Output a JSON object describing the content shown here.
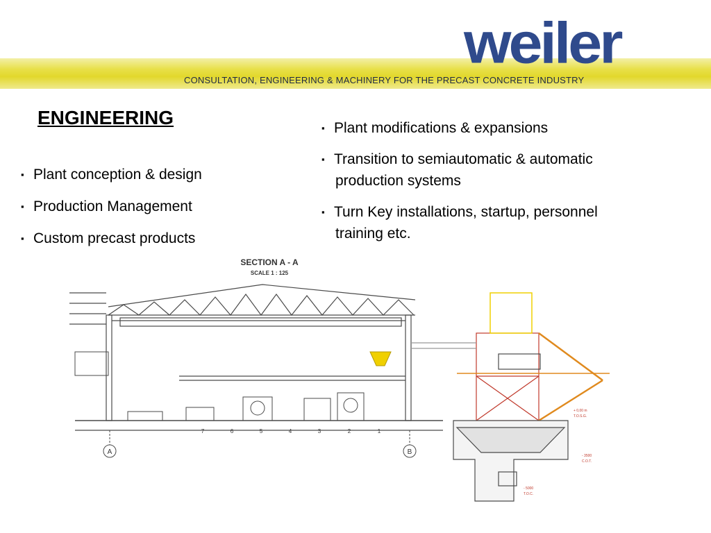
{
  "header": {
    "logo": "weiler",
    "tagline": "CONSULTATION, ENGINEERING & MACHINERY FOR THE PRECAST CONCRETE INDUSTRY"
  },
  "title": "ENGINEERING",
  "left_list": [
    "Plant conception & design",
    "Production Management",
    "Custom precast products"
  ],
  "right_list": [
    {
      "line1": "Plant modifications & expansions",
      "line2": ""
    },
    {
      "line1": "Transition to semiautomatic & automatic",
      "line2": "production systems"
    },
    {
      "line1": "Turn Key installations, startup, personnel",
      "line2": "training etc."
    }
  ],
  "bullet": "▪",
  "drawing": {
    "title": "SECTION A - A",
    "scale": "SCALE 1 : 125",
    "axis_a": "A",
    "axis_b": "B",
    "station_numbers": [
      "7",
      "6",
      "5",
      "4",
      "3",
      "2",
      "1"
    ],
    "level_labels": [
      "+ 0,00 m",
      "T.O.S.G.",
      "- 3500",
      "C.O.T.",
      "- 5000",
      "T.O.C."
    ]
  },
  "colors": {
    "logo": "#2f4a8c",
    "band": "#e2d82c",
    "line_dark": "#4a4a4a",
    "line_red": "#c0392b",
    "accent_orange": "#e08a1e",
    "accent_yellow": "#f0d000"
  }
}
